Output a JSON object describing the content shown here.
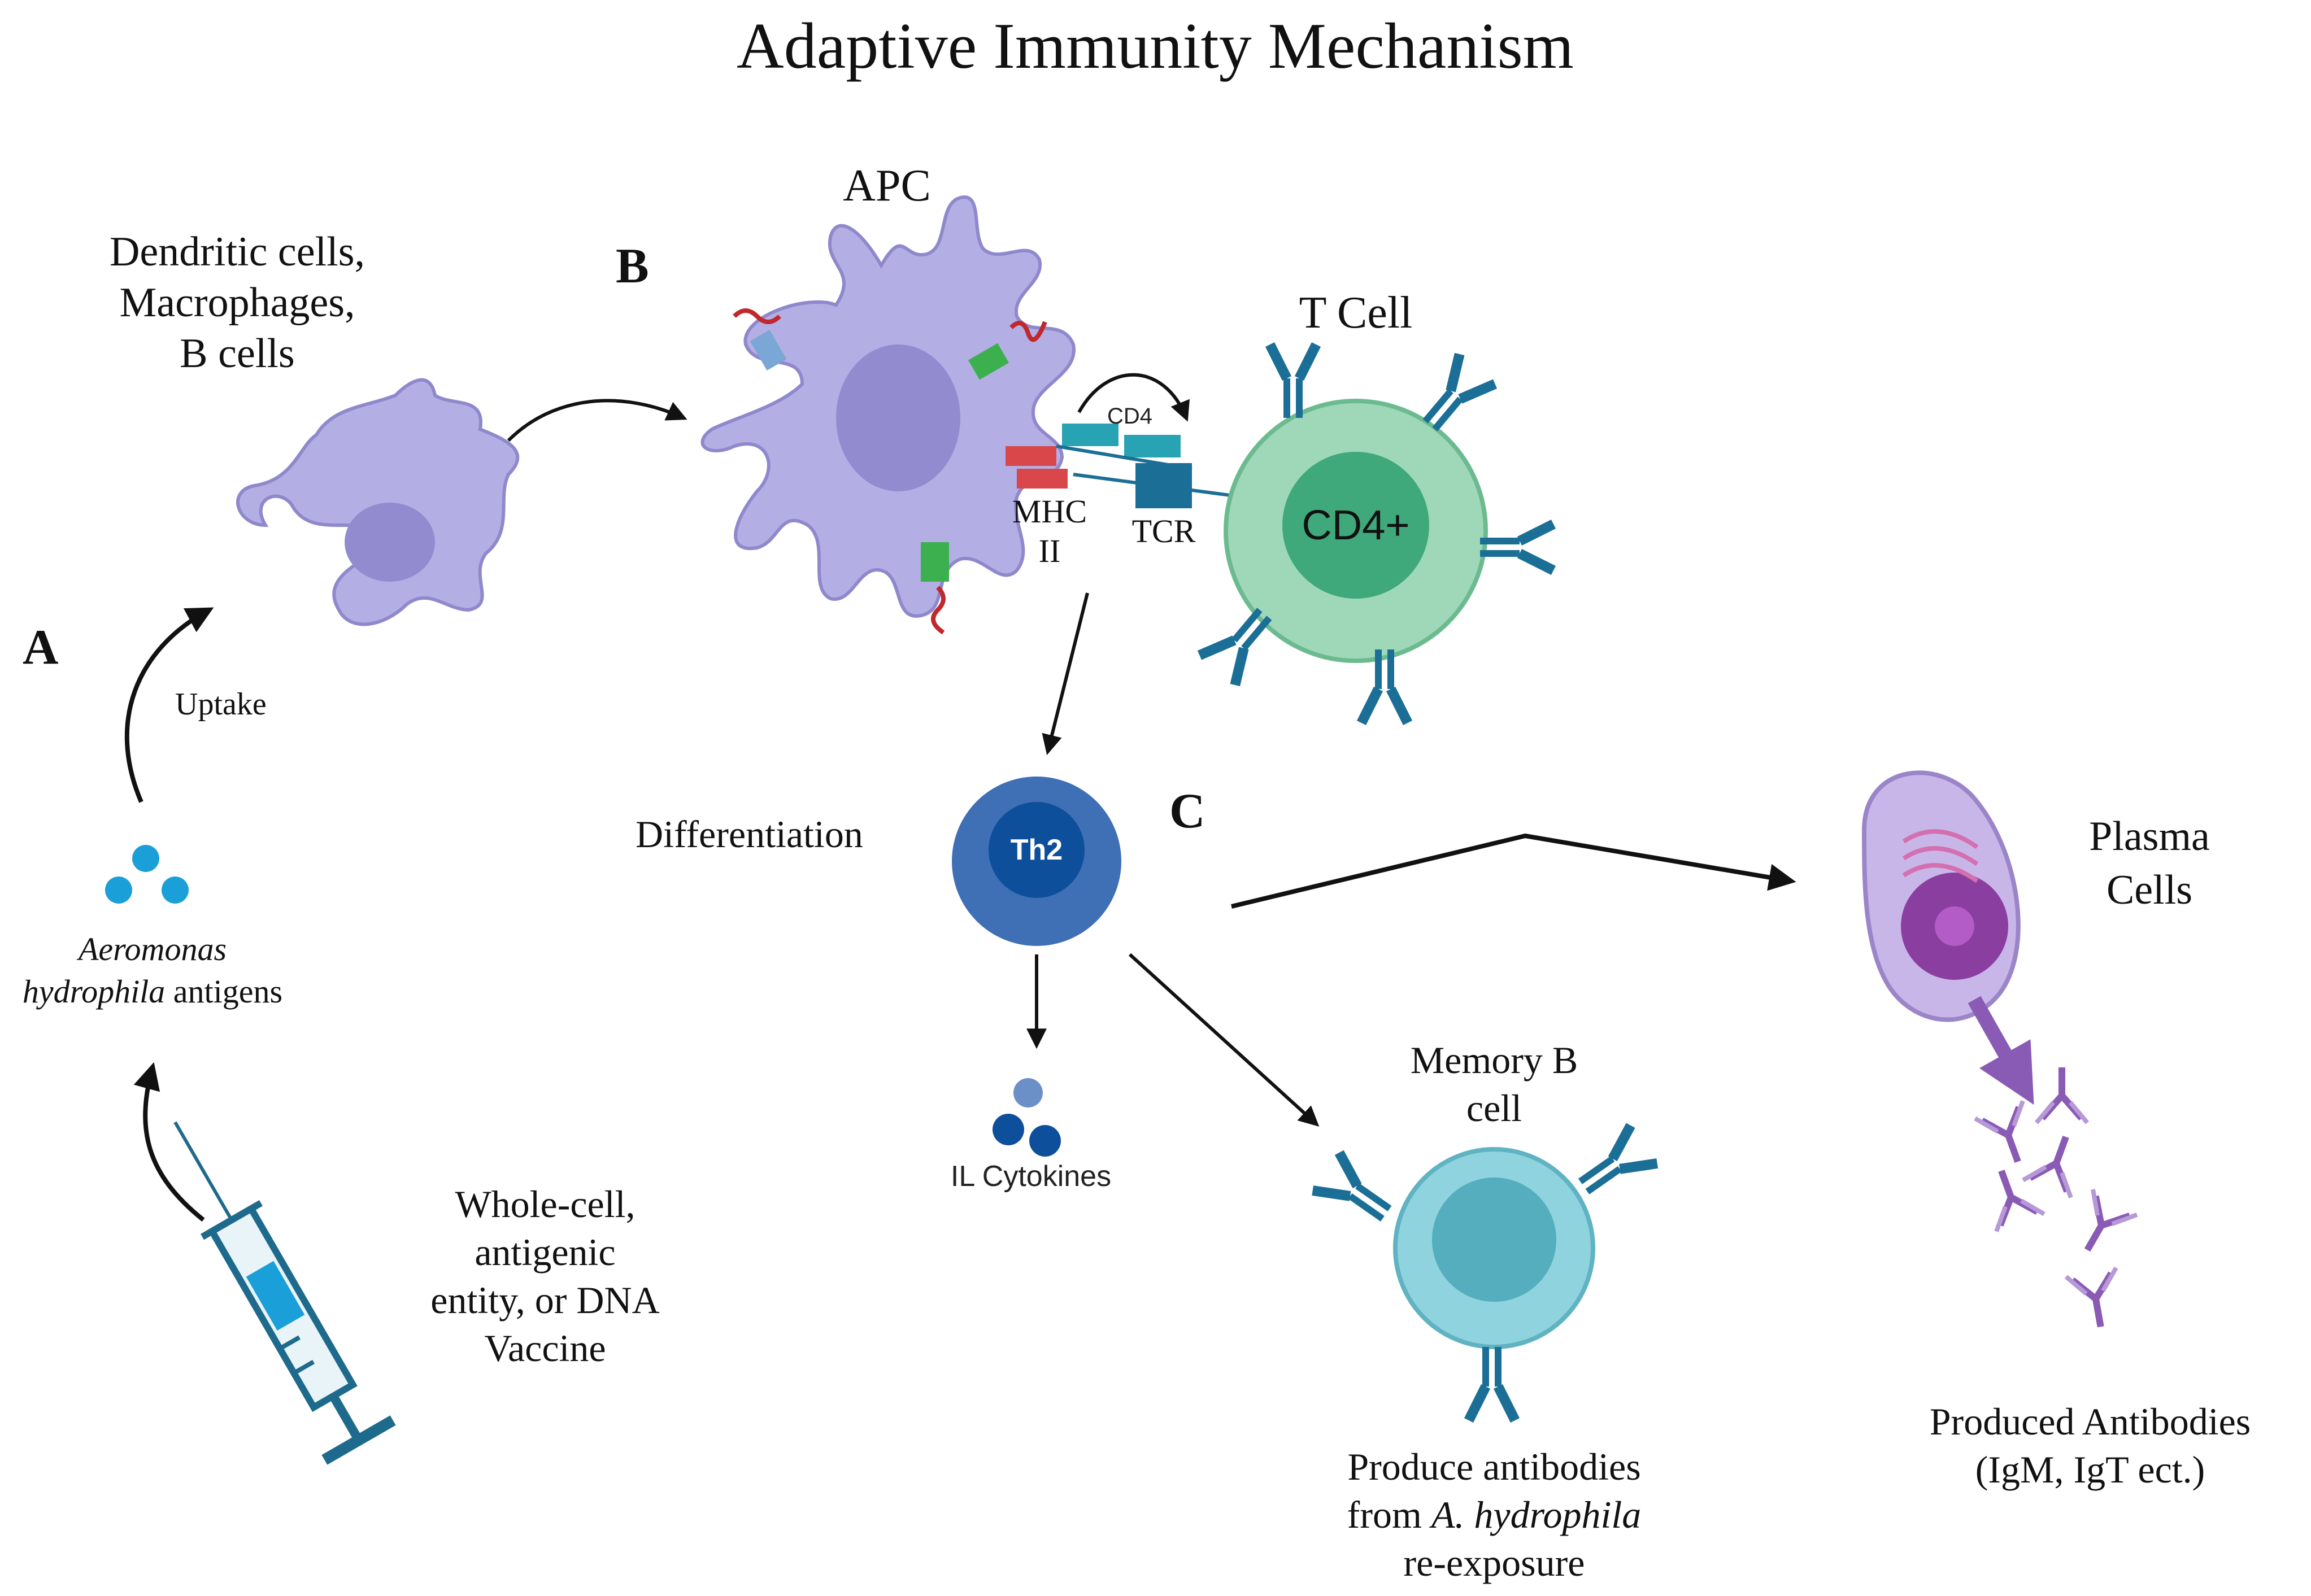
{
  "title": "Adaptive Immunity Mechanism",
  "panels": {
    "a": "A",
    "b": "B",
    "c": "C"
  },
  "labels": {
    "dendritic": [
      "Dendritic cells,",
      "Macrophages,",
      "B cells"
    ],
    "uptake": "Uptake",
    "antigens_italic": "Aeromonas",
    "antigens_italic2": "hydrophila",
    "antigens_rest": " antigens",
    "vaccine": [
      "Whole-cell,",
      "antigenic",
      "entity, or DNA",
      "Vaccine"
    ],
    "apc": "APC",
    "t_cell": "T Cell",
    "cd4_small": "CD4",
    "cd4_plus": "CD4+",
    "mhc": [
      "MHC",
      "II"
    ],
    "tcr": "TCR",
    "differentiation": "Differentiation",
    "th2": "Th2",
    "il_cytokines": "IL Cytokines",
    "plasma": [
      "Plasma",
      "Cells"
    ],
    "memory": [
      "Memory B",
      "cell"
    ],
    "produce_line1": "Produce antibodies",
    "produce_line2_pre": "from ",
    "produce_line2_it": "A. hydrophila",
    "produce_line3": "re-exposure",
    "produced_antibodies": [
      "Produced Antibodies",
      "(IgM, IgT ect.)"
    ]
  },
  "colors": {
    "dendritic": "#b3aee3",
    "dendritic_nucleus": "#938bd0",
    "tcell": "#9fd8b8",
    "tcell_nucleus": "#3fa97b",
    "receptor_blue": "#1b6f96",
    "th2": "#3f6fb5",
    "th2_inner": "#0e4f9b",
    "memory": "#8fd3de",
    "memory_nucleus": "#54aebd",
    "plasma": "#c9b6e8",
    "plasma_nucleus": "#8a3fa0",
    "antibody_purple": "#8a5bb5",
    "antigen": "#1b9fd8",
    "syringe": "#1e6a8c",
    "mhc_red": "#d9474a",
    "green_receptor": "#3cb04e"
  }
}
